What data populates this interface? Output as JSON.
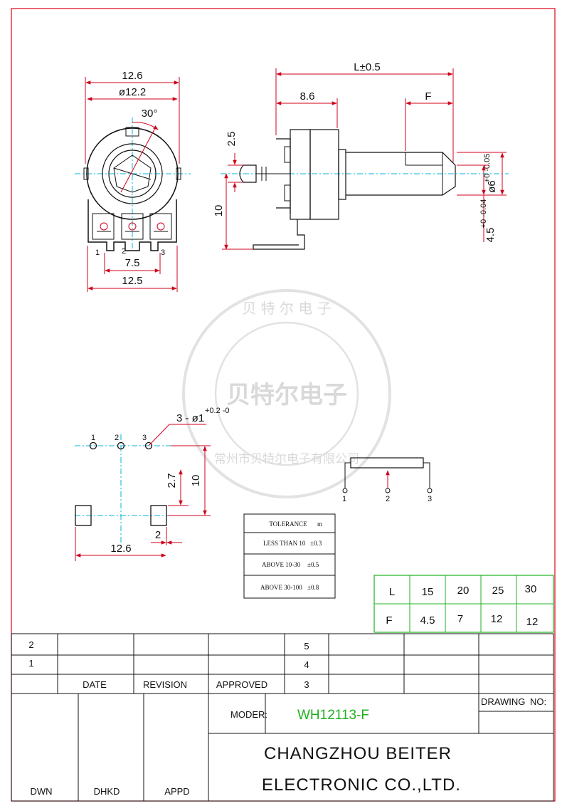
{
  "front_view": {
    "dim_width": "12.6",
    "dim_dia": "ø12.2",
    "dim_angle": "30°",
    "dim_pin_pitch": "7.5",
    "dim_base_width": "12.5",
    "pin_labels": [
      "1",
      "2",
      "3"
    ]
  },
  "side_view": {
    "dim_length": "L±0.5",
    "dim_8_6": "8.6",
    "dim_f": "F",
    "dim_2_5": "2.5",
    "dim_10": "10",
    "dim_shaft_dia": "ø6",
    "dim_shaft_dia_tol": "+0 -0.05",
    "dim_flat": "4.5",
    "dim_flat_tol": "+0 -0.04"
  },
  "pcb_layout": {
    "pin_labels": [
      "1",
      "2",
      "3"
    ],
    "hole_callout": "3 - ø1",
    "hole_tol": "+0.2 -0",
    "dim_2_7": "2.7",
    "dim_10": "10",
    "dim_2": "2",
    "dim_12_6": "12.6"
  },
  "schematic": {
    "pin_labels": [
      "1",
      "2",
      "3"
    ]
  },
  "tolerance_table": {
    "title": "TOLERANCE",
    "unit": "m",
    "rows": [
      {
        "range": "LESS THAN 10",
        "value": "±0.3"
      },
      {
        "range": "ABOVE 10-30",
        "value": "±0.5"
      },
      {
        "range": "ABOVE 30-100",
        "value": "±0.8"
      }
    ]
  },
  "lf_table": {
    "row_l": [
      "L",
      "15",
      "20",
      "25",
      "30"
    ],
    "row_f": [
      "F",
      "4.5",
      "7",
      "12",
      "12"
    ]
  },
  "stamp": {
    "center_text": "贝特尔电子",
    "ring_top": "贝 特 尔 电 子",
    "ring_bottom": "常州市贝特尔电子有限公司"
  },
  "title_block": {
    "rev_rows": [
      "2",
      "1"
    ],
    "right_numbers": [
      "5",
      "4",
      "3"
    ],
    "date_label": "DATE",
    "revision_label": "REVISION",
    "approved_label": "APPROVED",
    "moder_label": "MODER:",
    "model": "WH12113-F",
    "drawing_label": "DRAWING",
    "no_label": "NO:",
    "company_line1": "CHANGZHOU BEITER",
    "company_line2": "ELECTRONIC CO.,LTD.",
    "dwn_label": "DWN",
    "dhkd_label": "DHKD",
    "appd_label": "APPD"
  },
  "colors": {
    "border": "#e0001a",
    "dimension": "#d0021b",
    "centerline": "#00b4d8",
    "model_text": "#1fb11f",
    "table_green": "#1fb11f"
  }
}
